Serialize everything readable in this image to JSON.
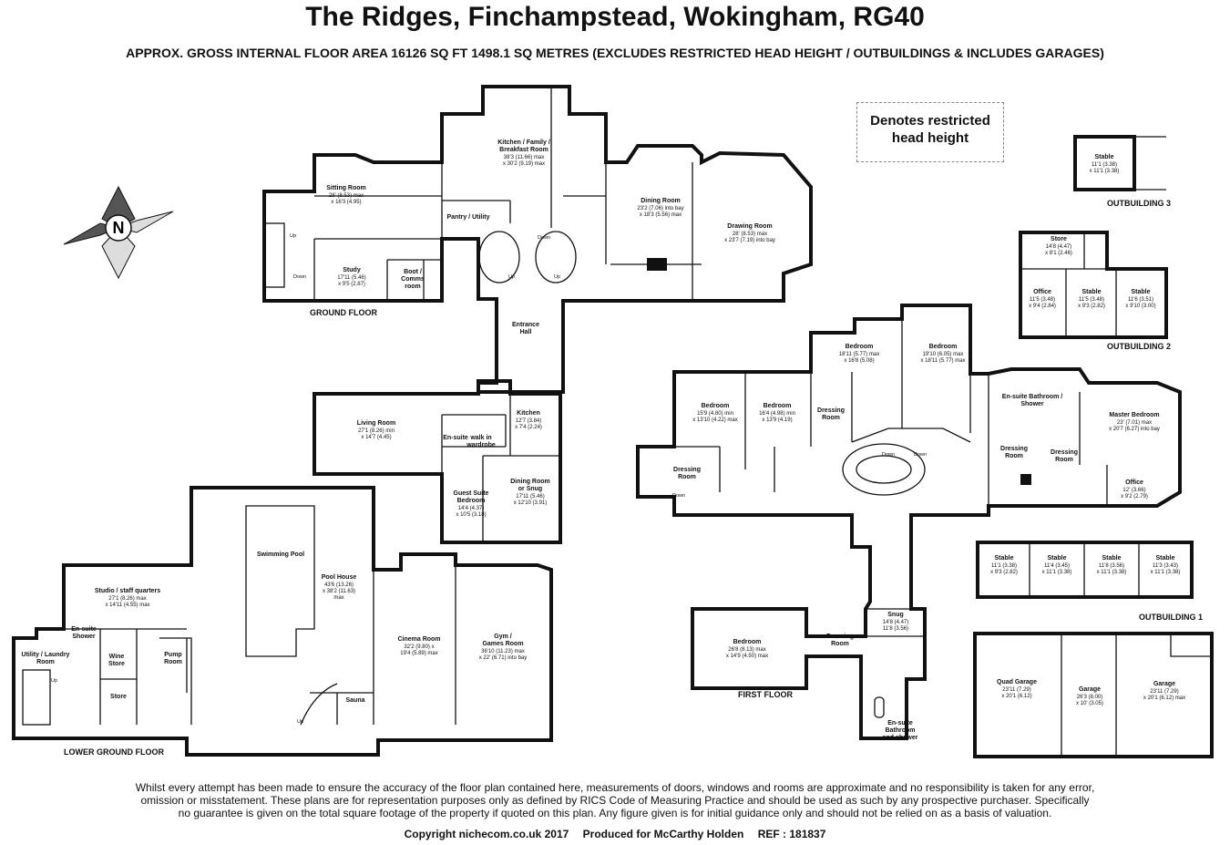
{
  "header": {
    "title": "The Ridges, Finchampstead, Wokingham, RG40",
    "subtitle": "APPROX. GROSS INTERNAL FLOOR AREA 16126 SQ FT 1498.1 SQ METRES (EXCLUDES RESTRICTED HEAD HEIGHT / OUTBUILDINGS & INCLUDES GARAGES)"
  },
  "legend": {
    "restricted_line1": "Denotes restricted",
    "restricted_line2": "head height"
  },
  "compass": {
    "letter": "N",
    "icon": "compass-rose-icon"
  },
  "floor_labels": {
    "ground": "GROUND FLOOR",
    "lower_ground": "LOWER GROUND FLOOR",
    "first": "FIRST FLOOR",
    "outbuilding_1": "OUTBUILDING 1",
    "outbuilding_2": "OUTBUILDING 2",
    "outbuilding_3": "OUTBUILDING 3"
  },
  "rooms": [
    {
      "name": "Kitchen / Family /",
      "name2": "Breakfast Room",
      "dim": "38'3 (11.66) max",
      "dim2": "x 30'2 (9.19) max"
    },
    {
      "name": "Sitting Room",
      "dim": "28' (8.53) max",
      "dim2": "x 16'3 (4.95)"
    },
    {
      "name": "Dining Room",
      "dim": "23'2 (7.06) into bay",
      "dim2": "x 18'3 (5.56) max"
    },
    {
      "name": "Drawing Room",
      "dim": "28' (8.53) max",
      "dim2": "x 23'7 (7.19) into bay"
    },
    {
      "name": "Pantry / Utility"
    },
    {
      "name": "Study",
      "dim": "17'11 (5.46)",
      "dim2": "x 9'5 (2.87)"
    },
    {
      "name": "Boot /",
      "name2": "Comms",
      "name3": "room"
    },
    {
      "name": "Entrance",
      "name2": "Hall"
    },
    {
      "name": "Living Room",
      "dim": "27'1 (8.26) min",
      "dim2": "x 14'7 (4.45)"
    },
    {
      "name": "Kitchen",
      "dim": "12'7 (3.84)",
      "dim2": "x 7'4 (2.24)"
    },
    {
      "name": "En-suite"
    },
    {
      "name": "walk in",
      "name2": "wardrobe"
    },
    {
      "name": "Guest Suite",
      "name2": "Bedroom",
      "dim": "14'4 (4.37)",
      "dim2": "x 10'5 (3.18)"
    },
    {
      "name": "Dining Room",
      "name2": "or Snug",
      "dim": "17'11 (5.46)",
      "dim2": "x 12'10 (3.91)"
    },
    {
      "name": "Swimming Pool"
    },
    {
      "name": "Pool House",
      "dim": "43'6 (13.26)",
      "dim2": "x 38'2 (11.63)",
      "dim3": "max"
    },
    {
      "name": "Studio / staff quarters",
      "dim": "27'1 (8.26) max",
      "dim2": "x 14'11 (4.55) max"
    },
    {
      "name": "En-suite",
      "name2": "Shower"
    },
    {
      "name": "Utility / Laundry",
      "name2": "Room"
    },
    {
      "name": "Wine",
      "name2": "Store"
    },
    {
      "name": "Store"
    },
    {
      "name": "Pump",
      "name2": "Room"
    },
    {
      "name": "Sauna"
    },
    {
      "name": "Cinema Room",
      "dim": "32'2 (9.80) x",
      "dim2": "19'4 (5.89) max"
    },
    {
      "name": "Gym /",
      "name2": "Games Room",
      "dim": "36'10 (11.23) max",
      "dim2": "x 22' (6.71) into bay"
    },
    {
      "name": "Bedroom",
      "dim": "18'11 (5.77) max",
      "dim2": "x 16'8 (5.08)"
    },
    {
      "name": "Bedroom",
      "dim": "19'10 (6.05) max",
      "dim2": "x 18'11 (5.77) max"
    },
    {
      "name": "Bedroom",
      "dim": "15'9 (4.80) min",
      "dim2": "x 13'10 (4.22) max"
    },
    {
      "name": "Bedroom",
      "dim": "16'4 (4.98) min",
      "dim2": "x 13'9 (4.19)"
    },
    {
      "name": "Dressing",
      "name2": "Room"
    },
    {
      "name": "Dressing",
      "name2": "Room"
    },
    {
      "name": "En-suite Bathroom /",
      "name2": "Shower"
    },
    {
      "name": "Master Bedroom",
      "dim": "23' (7.01) max",
      "dim2": "x 20'7 (6.27) into bay"
    },
    {
      "name": "Dressing",
      "name2": "Room"
    },
    {
      "name": "Dressing",
      "name2": "Room"
    },
    {
      "name": "Office",
      "dim": "12' (3.66)",
      "dim2": "x 9'2 (2.79)"
    },
    {
      "name": "Bedroom",
      "dim": "26'8 (8.13) max",
      "dim2": "x 14'9 (4.50) max"
    },
    {
      "name": "Dressing",
      "name2": "Room"
    },
    {
      "name": "Snug",
      "dim": "14'8 (4.47)",
      "dim2": "11'8 (3.56)"
    },
    {
      "name": "En-suite",
      "name2": "Bathroom",
      "name3": "and shower"
    },
    {
      "name": "Stable",
      "dim": "11'1 (3.38)",
      "dim2": "x 11'1 (3.38)"
    },
    {
      "name": "Store",
      "dim": "14'8 (4.47)",
      "dim2": "x 8'1 (2.46)"
    },
    {
      "name": "Office",
      "dim": "11'5 (3.48)",
      "dim2": "x 9'4 (2.84)"
    },
    {
      "name": "Stable",
      "dim": "11'5 (3.48)",
      "dim2": "x 9'3 (2.82)"
    },
    {
      "name": "Stable",
      "dim": "11'6 (3.51)",
      "dim2": "x 9'10 (3.00)"
    },
    {
      "name": "Stable",
      "dim": "11'1 (3.38)",
      "dim2": "x 9'3 (2.82)"
    },
    {
      "name": "Stable",
      "dim": "11'4 (3.45)",
      "dim2": "x 11'1 (3.38)"
    },
    {
      "name": "Stable",
      "dim": "11'8 (3.56)",
      "dim2": "x 11'1 (3.38)"
    },
    {
      "name": "Stable",
      "dim": "11'3 (3.43)",
      "dim2": "x 11'1 (3.38)"
    },
    {
      "name": "Quad Garage",
      "dim": "23'11 (7.29)",
      "dim2": "x 20'1 (6.12)"
    },
    {
      "name": "Garage",
      "dim": "26'3 (8.00)",
      "dim2": "x 10' (3.05)"
    },
    {
      "name": "Garage",
      "dim": "23'11 (7.29)",
      "dim2": "x 20'1 (6.12) max"
    }
  ],
  "stair_labels": {
    "up": "Up",
    "down": "Down"
  },
  "disclaimer": [
    "Whilst every attempt has been made to ensure the accuracy of the floor plan contained here, measurements of doors, windows and rooms are approximate and no responsibility is taken for any error,",
    "omission or misstatement. These plans are for representation purposes only as defined by RICS Code of Measuring Practice and should be used as such by any prospective purchaser.  Specifically",
    "no guarantee is given on the total square footage of the property if quoted on this plan. Any figure given is for initial guidance only and should not be relied on as a basis of valuation."
  ],
  "footer": {
    "copyright": "Copyright nichecom.co.uk 2017",
    "produced_for": "Produced for McCarthy Holden",
    "ref": "REF : 181837"
  }
}
